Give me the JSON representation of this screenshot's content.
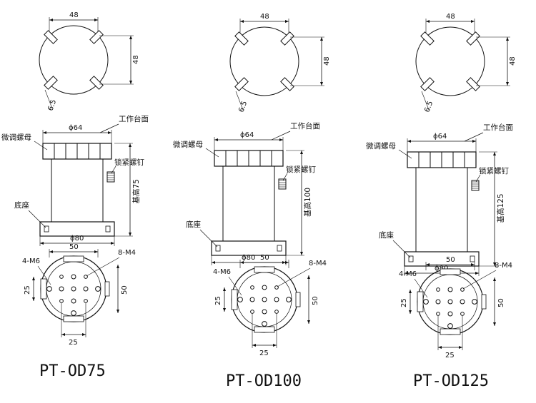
{
  "drawings": [
    {
      "model": "PT-OD75",
      "top": {
        "width": "48",
        "height": "48",
        "slot": "6.5"
      },
      "side": {
        "top_dia": "ϕ64",
        "base_dia": "ϕ80",
        "height_label": "基高75",
        "work_table": "工作台面",
        "fine_nut": "微调螺母",
        "lock_screw": "锁紧螺钉",
        "base": "底座"
      },
      "bottom": {
        "width": "50",
        "height": "50",
        "grid_v": "25",
        "grid_h": "25",
        "holes_m6": "4-M6",
        "holes_m4": "8-M4"
      }
    },
    {
      "model": "PT-OD100",
      "top": {
        "width": "48",
        "height": "48",
        "slot": "6.5"
      },
      "side": {
        "top_dia": "ϕ64",
        "base_dia": "ϕ80",
        "height_label": "基高100",
        "work_table": "工作台面",
        "fine_nut": "微调螺母",
        "lock_screw": "锁紧螺钉",
        "base": "底座"
      },
      "bottom": {
        "width": "50",
        "height": "50",
        "grid_v": "25",
        "grid_h": "25",
        "holes_m6": "4-M6",
        "holes_m4": "8-M4"
      }
    },
    {
      "model": "PT-OD125",
      "top": {
        "width": "48",
        "height": "48",
        "slot": "6.5"
      },
      "side": {
        "top_dia": "ϕ64",
        "base_dia": "ϕ80",
        "height_label": "基高125",
        "work_table": "工作台面",
        "fine_nut": "微调螺母",
        "lock_screw": "锁紧螺钉",
        "base": "底座"
      },
      "bottom": {
        "width": "50",
        "height": "50",
        "grid_v": "25",
        "grid_h": "25",
        "holes_m6": "4-M6",
        "holes_m4": "8-M4"
      }
    }
  ]
}
